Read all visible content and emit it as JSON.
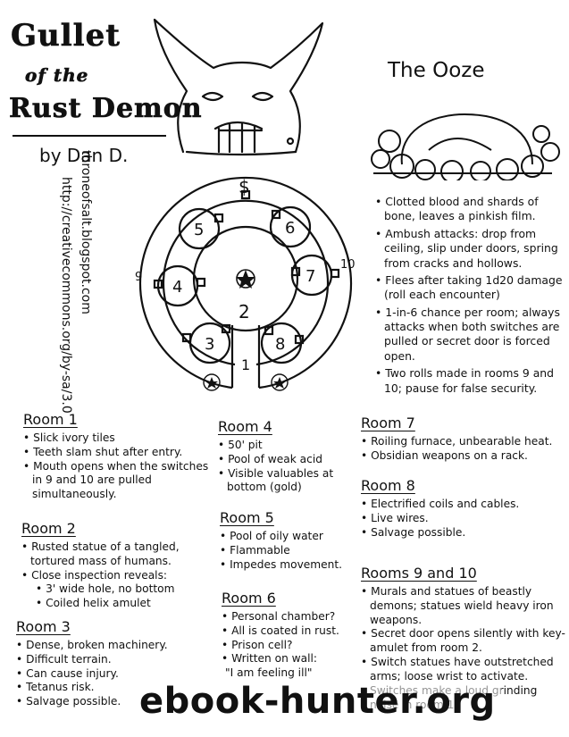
{
  "header": {
    "title_line1": "Gullet",
    "title_line2": "of the",
    "title_line3": "Rust Demon",
    "byline": "by Dan D.",
    "blog": "throneofsalt.blogspot.com",
    "license": "http://creativecommons.org/by-sa/3.0"
  },
  "map": {
    "labels": {
      "treasure": "$",
      "room1": "1",
      "room2": "2",
      "room3": "3",
      "room4": "4",
      "room5": "5",
      "room6": "6",
      "room7": "7",
      "room8": "8",
      "room9": "9",
      "room10": "10"
    }
  },
  "ooze": {
    "title": "The Ooze",
    "items": [
      "Clotted blood and shards of bone, leaves a pinkish film.",
      "Ambush attacks: drop from ceiling, slip under doors, spring from cracks and hollows.",
      "Flees after taking 1d20 damage (roll each encounter)",
      "1-in-6 chance per room; always attacks when both switches are pulled or secret door is forced open.",
      "Two rolls made in rooms 9 and 10; pause for false security."
    ]
  },
  "rooms": {
    "room1": {
      "title": "Room 1",
      "items": [
        "Slick ivory tiles",
        "Teeth slam shut after entry.",
        "Mouth opens when the switches in 9 and 10 are pulled simultaneously."
      ]
    },
    "room2": {
      "title": "Room 2",
      "items": [
        "Rusted statue of a tangled, tortured mass of humans.",
        "Close inspection reveals:"
      ],
      "subitems": [
        "3' wide hole, no bottom",
        "Coiled helix amulet"
      ]
    },
    "room3": {
      "title": "Room 3",
      "items": [
        "Dense, broken machinery.",
        "Difficult terrain.",
        "Can cause injury.",
        "Tetanus risk.",
        "Salvage possible."
      ]
    },
    "room4": {
      "title": "Room 4",
      "items": [
        "50' pit",
        "Pool of weak acid",
        "Visible valuables at bottom (gold)"
      ]
    },
    "room5": {
      "title": "Room 5",
      "items": [
        "Pool of oily water",
        "Flammable",
        "Impedes movement."
      ]
    },
    "room6": {
      "title": "Room 6",
      "items": [
        "Personal chamber?",
        "All is coated in rust.",
        "Prison cell?",
        "Written on wall:",
        "\"I am feeling ill\""
      ]
    },
    "room7": {
      "title": "Room 7",
      "items": [
        "Roiling furnace, unbearable heat.",
        "Obsidian weapons on a rack."
      ]
    },
    "room8": {
      "title": "Room 8",
      "items": [
        "Electrified coils and cables.",
        "Live wires.",
        "Salvage possible."
      ]
    },
    "room9_10": {
      "title": "Rooms 9 and 10",
      "items": [
        "Murals and statues of beastly demons; statues wield heavy iron weapons.",
        "Secret door opens silently with key-amulet from room 2.",
        "Switch statues have outstretched arms; loose wrist to activate. Switches make a loud grinding noise in room 1."
      ]
    }
  },
  "watermark": "ebook-hunter.org"
}
